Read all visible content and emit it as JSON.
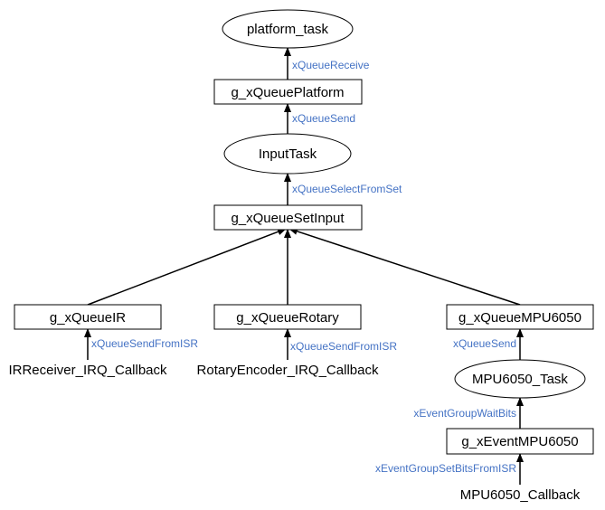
{
  "colors": {
    "edge_label": "#4472C4",
    "line": "#000000",
    "background": "#FFFFFF"
  },
  "nodes": {
    "platform_task": "platform_task",
    "g_xQueuePlatform": "g_xQueuePlatform",
    "InputTask": "InputTask",
    "g_xQueueSetInput": "g_xQueueSetInput",
    "g_xQueueIR": "g_xQueueIR",
    "g_xQueueRotary": "g_xQueueRotary",
    "g_xQueueMPU6050": "g_xQueueMPU6050",
    "MPU6050_Task": "MPU6050_Task",
    "g_xEventMPU6050": "g_xEventMPU6050"
  },
  "sources": {
    "ir_callback": "IRReceiver_IRQ_Callback",
    "rotary_callback": "RotaryEncoder_IRQ_Callback",
    "mpu_callback": "MPU6050_Callback"
  },
  "edges": {
    "platform_receive": "xQueueReceive",
    "input_send": "xQueueSend",
    "select_from_set": "xQueueSelectFromSet",
    "ir_send_isr": "xQueueSendFromISR",
    "rotary_send_isr": "xQueueSendFromISR",
    "mpu_send": "xQueueSend",
    "event_wait_bits": "xEventGroupWaitBits",
    "event_set_bits_isr": "xEventGroupSetBitsFromISR"
  }
}
